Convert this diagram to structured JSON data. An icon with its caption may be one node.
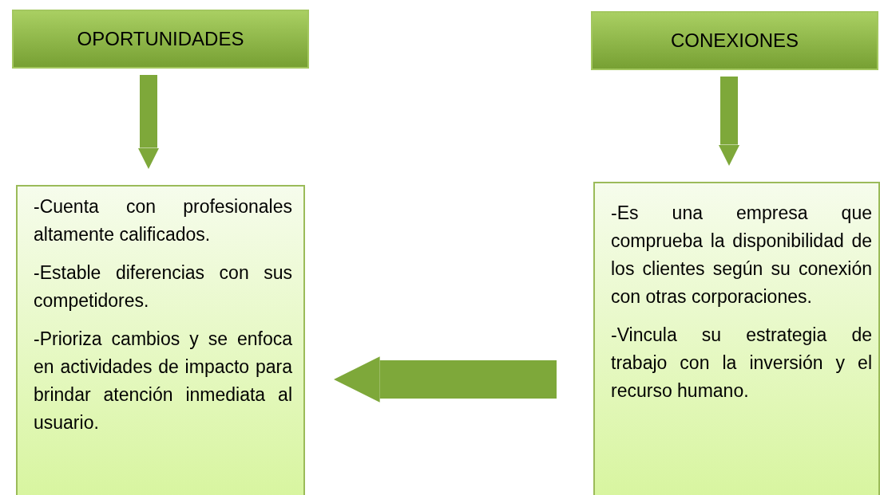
{
  "diagram": {
    "nodes": [
      {
        "text": [
          "OPORTUNIDADES"
        ]
      },
      {
        "text": [
          "CONEXIONES"
        ]
      },
      {
        "text": [
          "-Cuenta con profesionales altamente calificados.",
          "-Estable diferencias con sus competidores.",
          "-Prioriza cambios y se enfoca en actividades de impacto para brindar atención inmediata al usuario."
        ]
      },
      {
        "text": [
          "-Es una empresa que comprueba la disponibilidad de los clientes según su conexión con otras corporaciones.",
          "-Vincula su estrategia de trabajo con la inversión y el recurso humano."
        ]
      }
    ],
    "edges": [
      {
        "from": 0,
        "to": 2,
        "arrow": "to"
      },
      {
        "from": 1,
        "to": 3,
        "arrow": "to"
      },
      {
        "from": 3,
        "to": 2,
        "arrow": "to",
        "style": "thick"
      }
    ]
  }
}
